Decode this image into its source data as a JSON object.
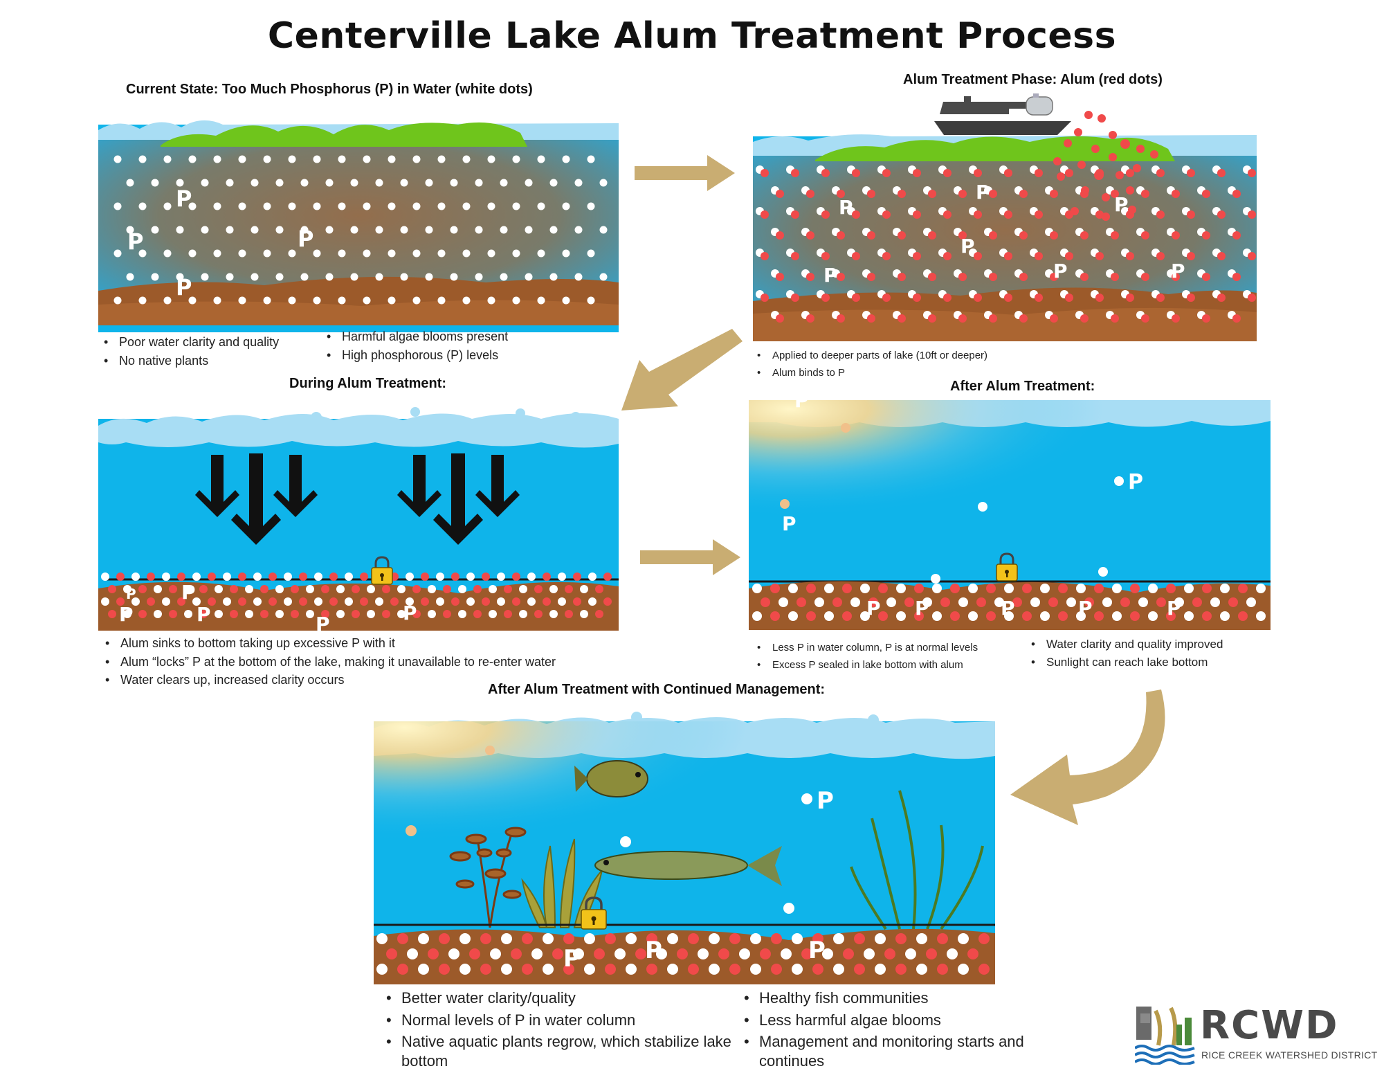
{
  "title": "Centerville Lake Alum Treatment Process",
  "panels": {
    "current": {
      "title": "Current State: Too Much Phosphorus (P) in Water (white dots)",
      "bullets_left": [
        "Poor water clarity and quality",
        "No native plants"
      ],
      "bullets_right": [
        "Harmful algae blooms present",
        "High phosphorous (P) levels"
      ]
    },
    "treatment_phase": {
      "title": "Alum Treatment Phase: Alum (red dots)",
      "bullets": [
        "Applied to deeper parts of lake (10ft or deeper)",
        "Alum binds to P"
      ]
    },
    "during": {
      "title": "During Alum Treatment:",
      "bullets": [
        "Alum sinks to bottom taking up excessive P with it",
        "Alum “locks” P at the bottom of the lake, making it unavailable to re-enter water",
        "Water clears up, increased clarity occurs"
      ]
    },
    "after": {
      "title": "After Alum Treatment:",
      "bullets_left": [
        "Less P in water column, P is at normal levels",
        "Excess P sealed in lake bottom with alum"
      ],
      "bullets_right": [
        "Water clarity and quality improved",
        "Sunlight can reach lake bottom"
      ]
    },
    "continued": {
      "title": "After Alum Treatment with Continued Management:",
      "bullets_left": [
        "Better water clarity/quality",
        "Normal levels of P in water column",
        "Native aquatic plants regrow, which stabilize lake bottom"
      ],
      "bullets_right": [
        "Healthy fish communities",
        "Less harmful algae blooms",
        "Management and monitoring starts and continues"
      ]
    }
  },
  "p_label": "P",
  "logo": {
    "name": "RCWD",
    "subtitle": "RICE CREEK WATERSHED DISTRICT"
  },
  "colors": {
    "water": "#0fb4ea",
    "surface": "#a8ddf4",
    "sediment": "#9c5a2a",
    "algae": "#6fc51c",
    "alum_dot": "#f04a4a",
    "phosphorus_dot": "#ffffff",
    "arrow": "#c9ad72",
    "lock": "#f2c21a"
  },
  "icons": [
    "boat-icon",
    "lock-icon",
    "sun-icon",
    "fish-icon",
    "plant-icon",
    "down-arrow-icon",
    "flow-arrow-icon"
  ]
}
